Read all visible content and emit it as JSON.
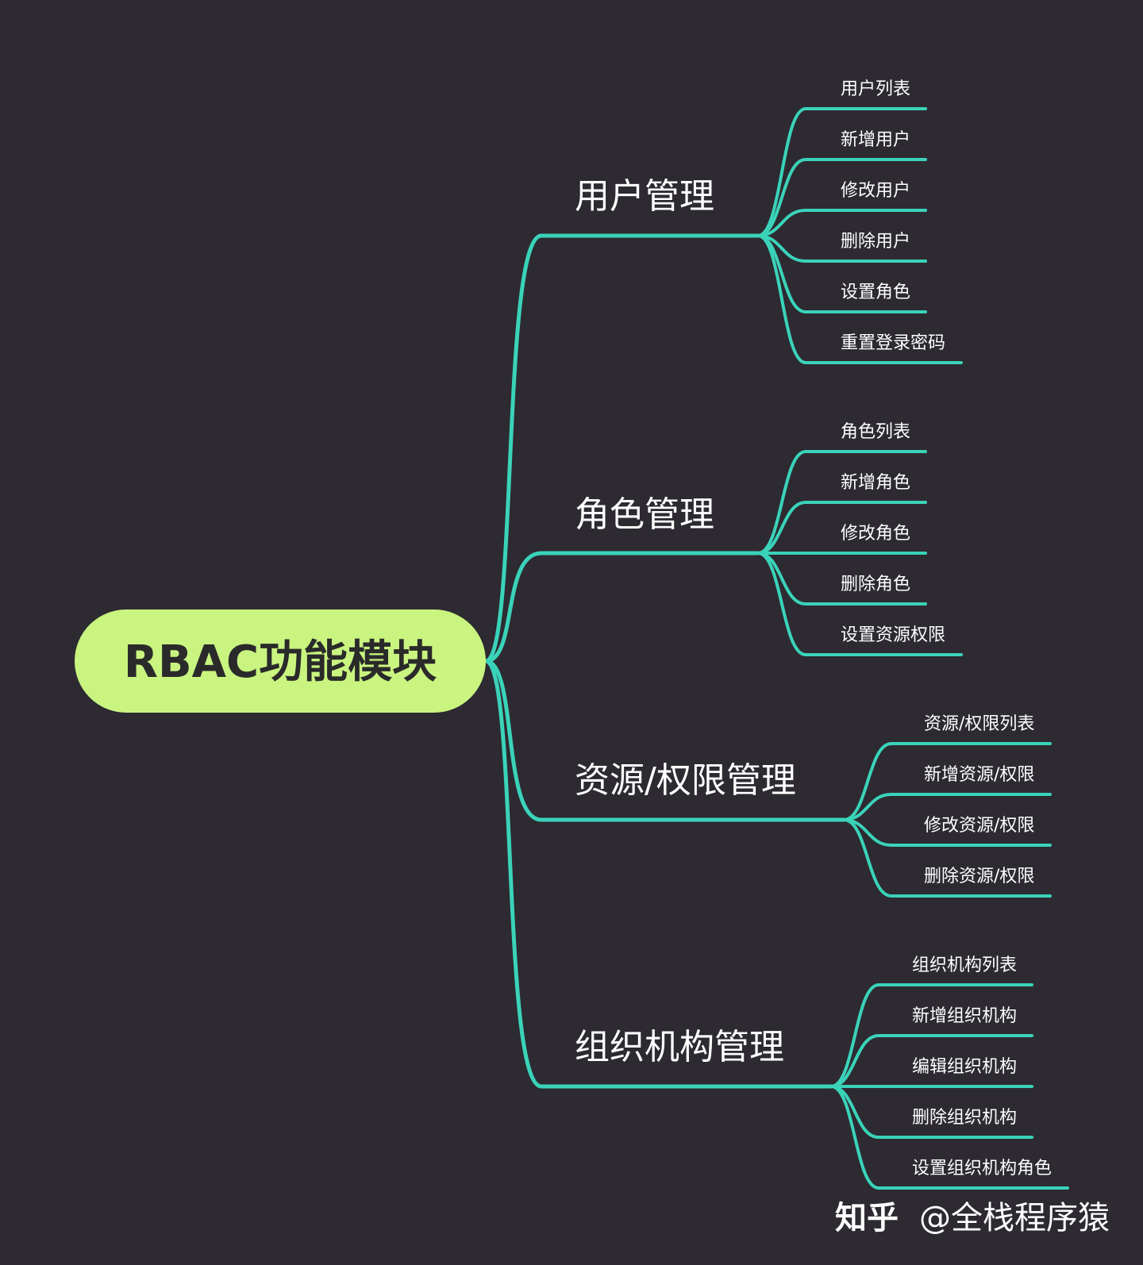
{
  "diagram": {
    "root": {
      "label": "RBAC功能模块"
    },
    "branches": [
      {
        "label": "用户管理",
        "leaves": [
          "用户列表",
          "新增用户",
          "修改用户",
          "删除用户",
          "设置角色",
          "重置登录密码"
        ]
      },
      {
        "label": "角色管理",
        "leaves": [
          "角色列表",
          "新增角色",
          "修改角色",
          "删除角色",
          "设置资源权限"
        ]
      },
      {
        "label": "资源/权限管理",
        "leaves": [
          "资源/权限列表",
          "新增资源/权限",
          "修改资源/权限",
          "删除资源/权限"
        ]
      },
      {
        "label": "组织机构管理",
        "leaves": [
          "组织机构列表",
          "新增组织机构",
          "编辑组织机构",
          "删除组织机构",
          "设置组织机构角色"
        ]
      }
    ],
    "colors": {
      "background": "#2d2a31",
      "line": "#3ad3ba",
      "root_fill": "#c9f480",
      "text": "#ffffff"
    }
  },
  "watermark": {
    "logo": "知乎",
    "author": "@全栈程序猿"
  }
}
